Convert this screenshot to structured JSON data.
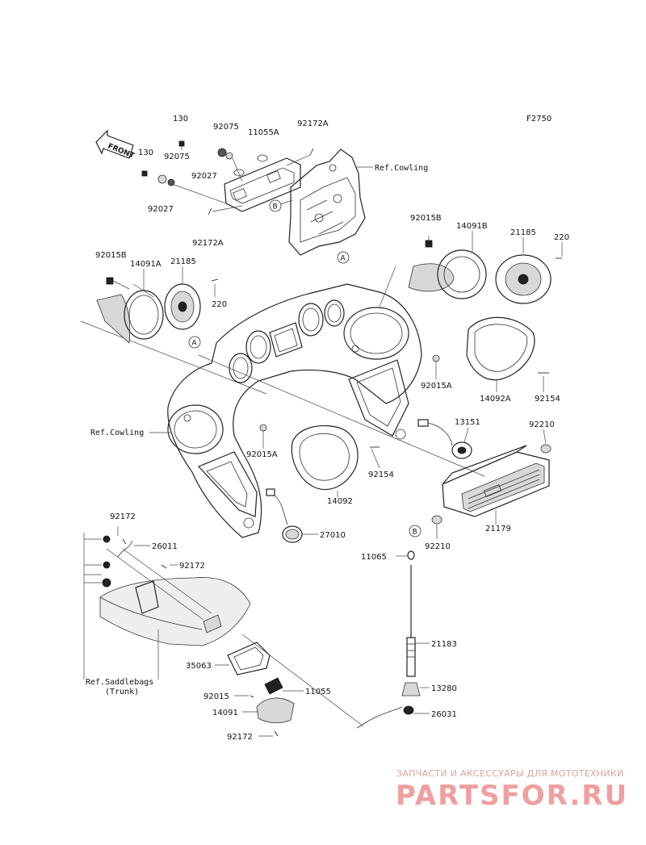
{
  "diagram_code": "F2750",
  "front_arrow_label": "FRONT",
  "callouts": {
    "a": "A",
    "b": "B"
  },
  "ref_labels": {
    "cowling_top": "Ref.Cowling",
    "cowling_left": "Ref.Cowling",
    "saddlebags_line1": "Ref.Saddlebags",
    "saddlebags_line2": "(Trunk)"
  },
  "part_labels": {
    "p130_a": "130",
    "p130_b": "130",
    "p92075_a": "92075",
    "p92075_b": "92075",
    "p11055A": "11055A",
    "p92172A_a": "92172A",
    "p92172A_b": "92172A",
    "p92027_a": "92027",
    "p92027_b": "92027",
    "p92015B_r": "92015B",
    "p14091B": "14091B",
    "p21185_r": "21185",
    "p220_r": "220",
    "p92015B_l": "92015B",
    "p14091A": "14091A",
    "p21185_l": "21185",
    "p220_l": "220",
    "p92015A_r": "92015A",
    "p14092A": "14092A",
    "p92154_r": "92154",
    "p13151": "13151",
    "p92210_a": "92210",
    "p92015A_l": "92015A",
    "p92154_l": "92154",
    "p14092": "14092",
    "p21179": "21179",
    "p92210_b": "92210",
    "p27010": "27010",
    "p92172_a": "92172",
    "p26011": "26011",
    "p92172_b": "92172",
    "p11065": "11065",
    "p21183": "21183",
    "p35063": "35063",
    "p92015": "92015",
    "p11055": "11055",
    "p13280": "13280",
    "p14091": "14091",
    "p26031": "26031",
    "p92172_c": "92172"
  },
  "watermark": {
    "line1": "ЗАПЧАСТИ И АКСЕССУАРЫ ДЛЯ МОТОТЕХНИКИ",
    "line2": "PARTSFOR.RU"
  }
}
